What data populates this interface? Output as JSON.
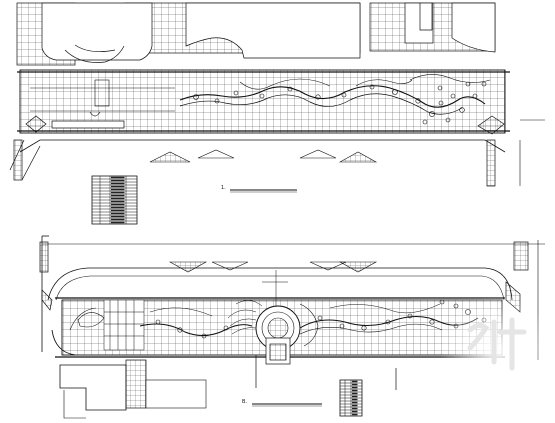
{
  "sheet": {
    "plan_a": {
      "label": "1.",
      "table_rows": 16
    },
    "plan_b": {
      "label": "B.",
      "table_rows": 12
    },
    "ink_color": "#111111"
  }
}
